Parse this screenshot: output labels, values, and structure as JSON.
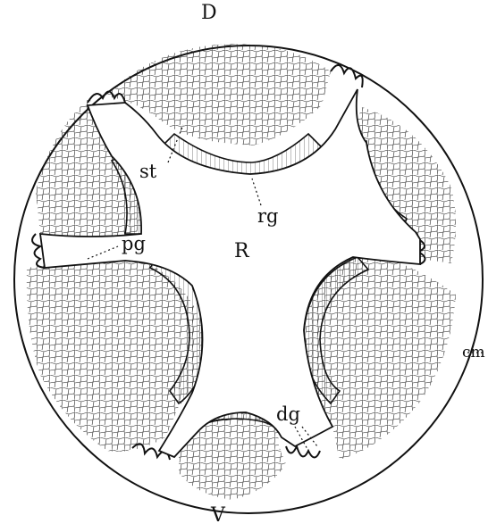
{
  "figure": {
    "labels": {
      "dorsal": "D",
      "ventral": "V",
      "rectum": "R",
      "stomodeum": "st",
      "rectal_gland": "rg",
      "pericardial_gland": "pg",
      "dorsal_gland": "dg",
      "circular_muscle": "cm"
    },
    "colors": {
      "ink": "#111111",
      "background": "#ffffff"
    }
  }
}
